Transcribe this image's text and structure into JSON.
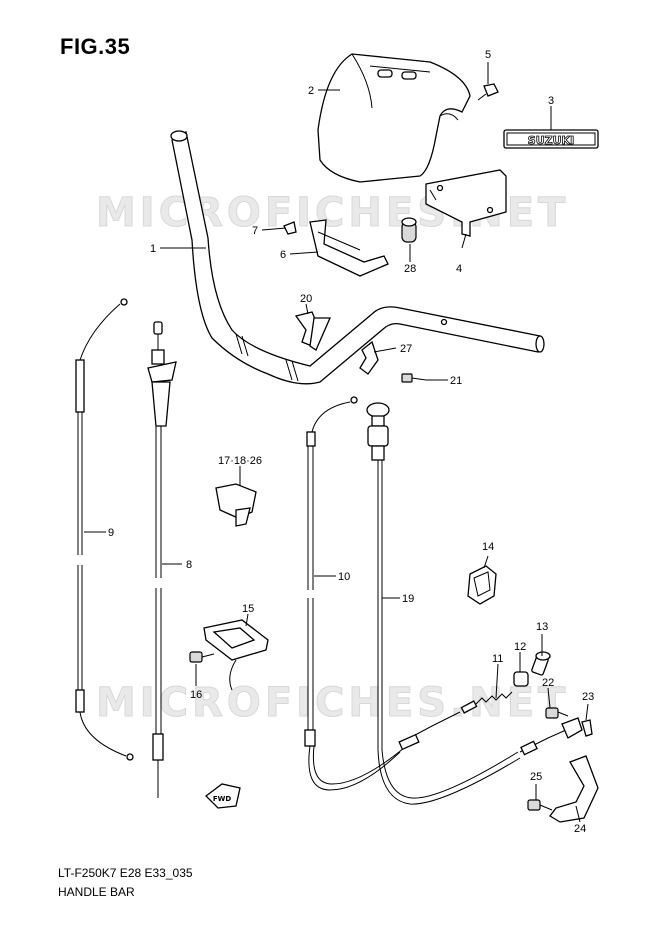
{
  "figure": {
    "title": "FIG.35",
    "code": "LT-F250K7 E28 E33_035",
    "name": "HANDLE BAR",
    "watermark": "MICROFICHES.NET",
    "emblem_text": "SUZUKI",
    "fwd_text": "FWD"
  },
  "labels": {
    "p1": "1",
    "p2": "2",
    "p3": "3",
    "p4": "4",
    "p5": "5",
    "p6": "6",
    "p7": "7",
    "p8": "8",
    "p9": "9",
    "p10": "10",
    "p11": "11",
    "p12": "12",
    "p13": "13",
    "p14": "14",
    "p15": "15",
    "p16": "16",
    "p171826": "17·18·26",
    "p19": "19",
    "p20": "20",
    "p21": "21",
    "p22": "22",
    "p23": "23",
    "p24": "24",
    "p25": "25",
    "p27": "27",
    "p28": "28"
  }
}
